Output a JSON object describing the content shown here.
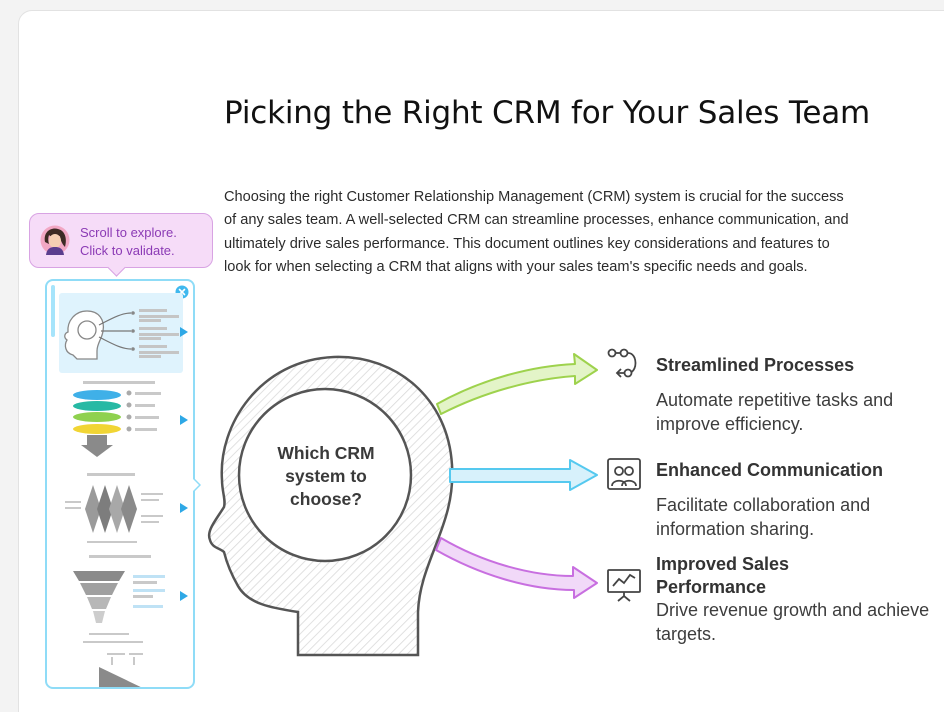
{
  "page": {
    "title": "Picking the Right CRM for Your Sales Team",
    "intro": "Choosing the right Customer Relationship Management (CRM) system is crucial for the success of any sales team. A well-selected CRM can streamline processes, enhance communication, and ultimately drive sales performance. This document outlines key considerations and features to look for when selecting a CRM that aligns with your sales team's specific needs and goals."
  },
  "tooltip": {
    "line1": "Scroll to explore.",
    "line2": "Click to validate."
  },
  "diagram": {
    "center_label": "Which CRM system to choose?",
    "items": [
      {
        "title": "Streamlined Processes",
        "description": "Automate repetitive tasks and improve efficiency.",
        "icon": "flow-icon",
        "color": "#9ed24d"
      },
      {
        "title": "Enhanced Communication",
        "description": "Facilitate collaboration and information sharing.",
        "icon": "people-icon",
        "color": "#55c9ef"
      },
      {
        "title": "Improved Sales Performance",
        "description": "Drive revenue growth and achieve targets.",
        "icon": "chart-board-icon",
        "color": "#c86fe0"
      }
    ]
  },
  "colors": {
    "panel_border": "#8fdcf7",
    "tooltip_bg": "#f6dcf8",
    "tooltip_text": "#8b3ab5"
  }
}
